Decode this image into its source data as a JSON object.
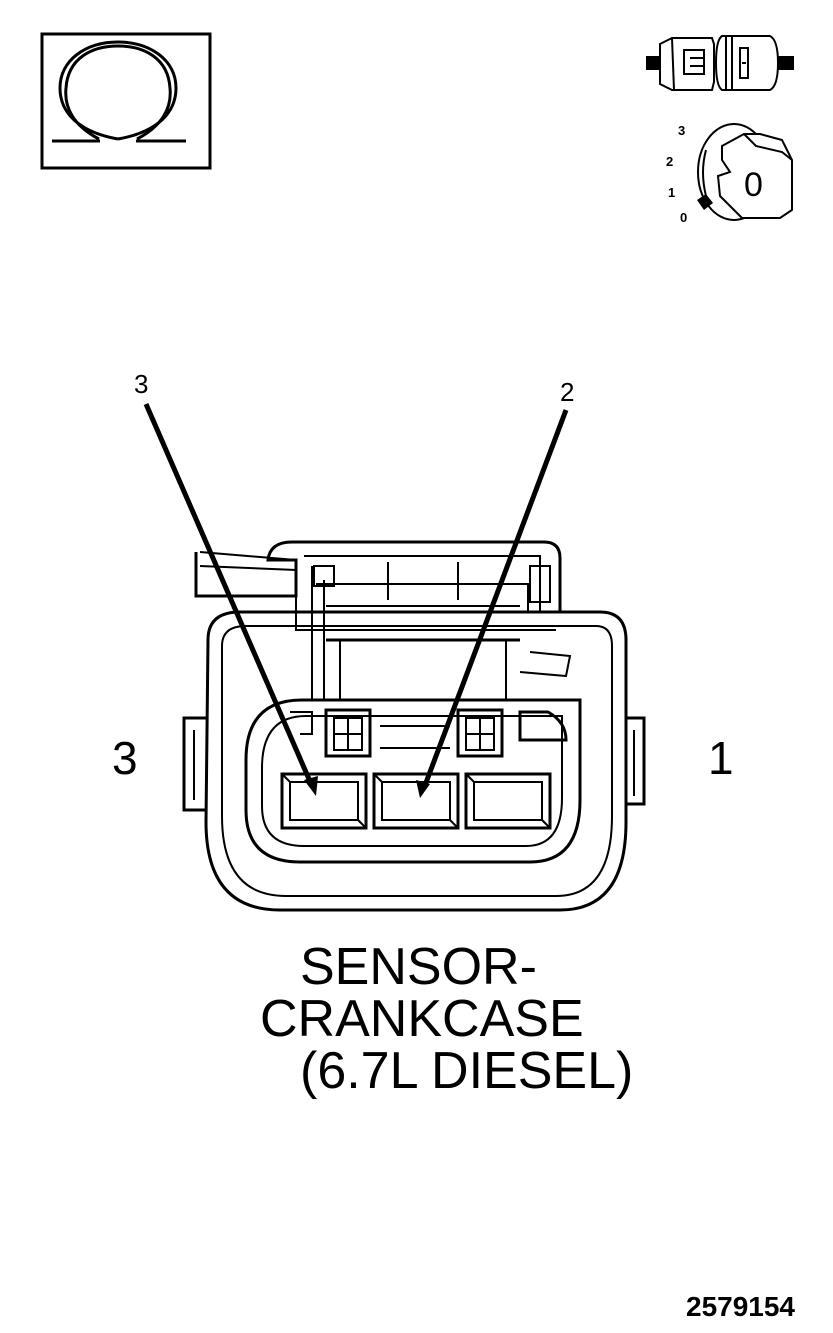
{
  "icons": {
    "ohm": "ohm-symbol-icon",
    "connector": "disconnected-connector-icon",
    "ignition": "ignition-key-icon"
  },
  "ignition_positions": [
    "3",
    "2",
    "1",
    "0"
  ],
  "ignition_key_text": "0",
  "callouts": {
    "left": "3",
    "right": "2"
  },
  "side_labels": {
    "left": "3",
    "right": "1"
  },
  "title": {
    "line1": "SENSOR-",
    "line2": "CRANKCASE",
    "line3": "(6.7L DIESEL)"
  },
  "figure_id": "2579154"
}
